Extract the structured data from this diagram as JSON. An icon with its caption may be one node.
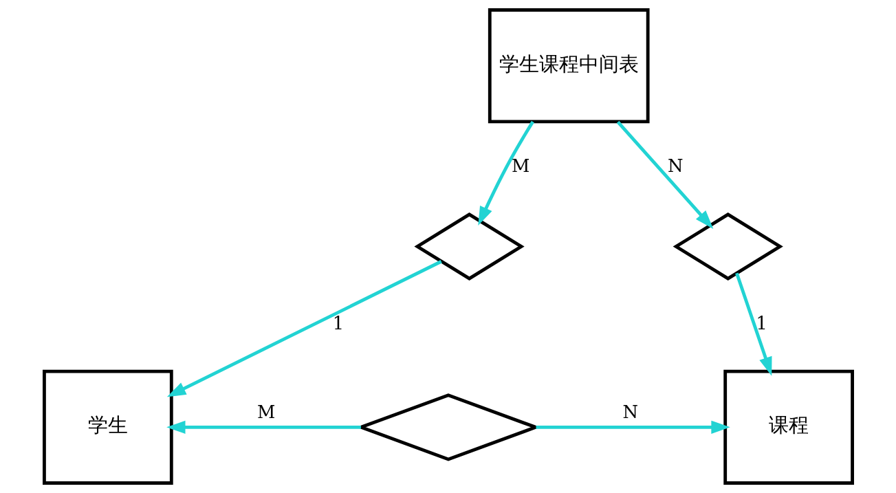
{
  "diagram": {
    "nodes": [
      {
        "text": [
          "学生课程中间表"
        ]
      },
      {
        "text": [],
        "shape": "diamond"
      },
      {
        "text": [],
        "shape": "diamond"
      },
      {
        "text": [
          "学生"
        ]
      },
      {
        "text": [
          "课程"
        ]
      },
      {
        "text": [],
        "shape": "diamond"
      }
    ],
    "edges": [
      {
        "from": 0,
        "to": 1,
        "arrow": "to",
        "label": "M"
      },
      {
        "from": 0,
        "to": 2,
        "arrow": "to",
        "label": "N"
      },
      {
        "from": 1,
        "to": 3,
        "arrow": "to",
        "label": "1"
      },
      {
        "from": 2,
        "to": 4,
        "arrow": "to",
        "label": "1"
      },
      {
        "from": 5,
        "to": 3,
        "arrow": "to",
        "label": "M"
      },
      {
        "from": 5,
        "to": 4,
        "arrow": "to",
        "label": "N"
      }
    ]
  }
}
